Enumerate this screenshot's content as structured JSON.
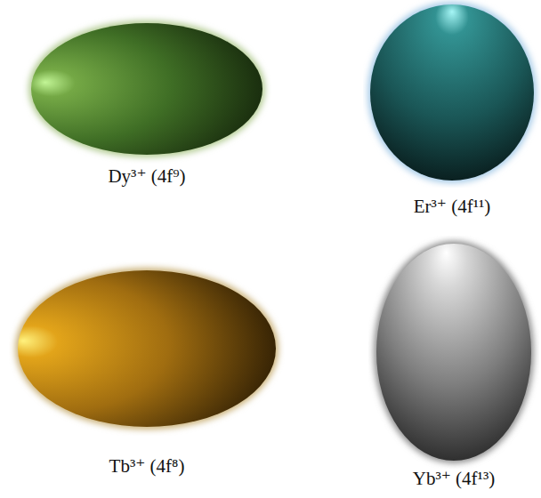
{
  "diagram": {
    "nodes": [
      {
        "text": [
          "Dy³⁺ (4f⁹)"
        ]
      },
      {
        "text": [
          "Er³⁺ (4f¹¹)"
        ]
      },
      {
        "text": [
          "Tb³⁺ (4f⁸)"
        ]
      },
      {
        "text": [
          "Yb³⁺ (4f¹³)"
        ]
      }
    ]
  }
}
